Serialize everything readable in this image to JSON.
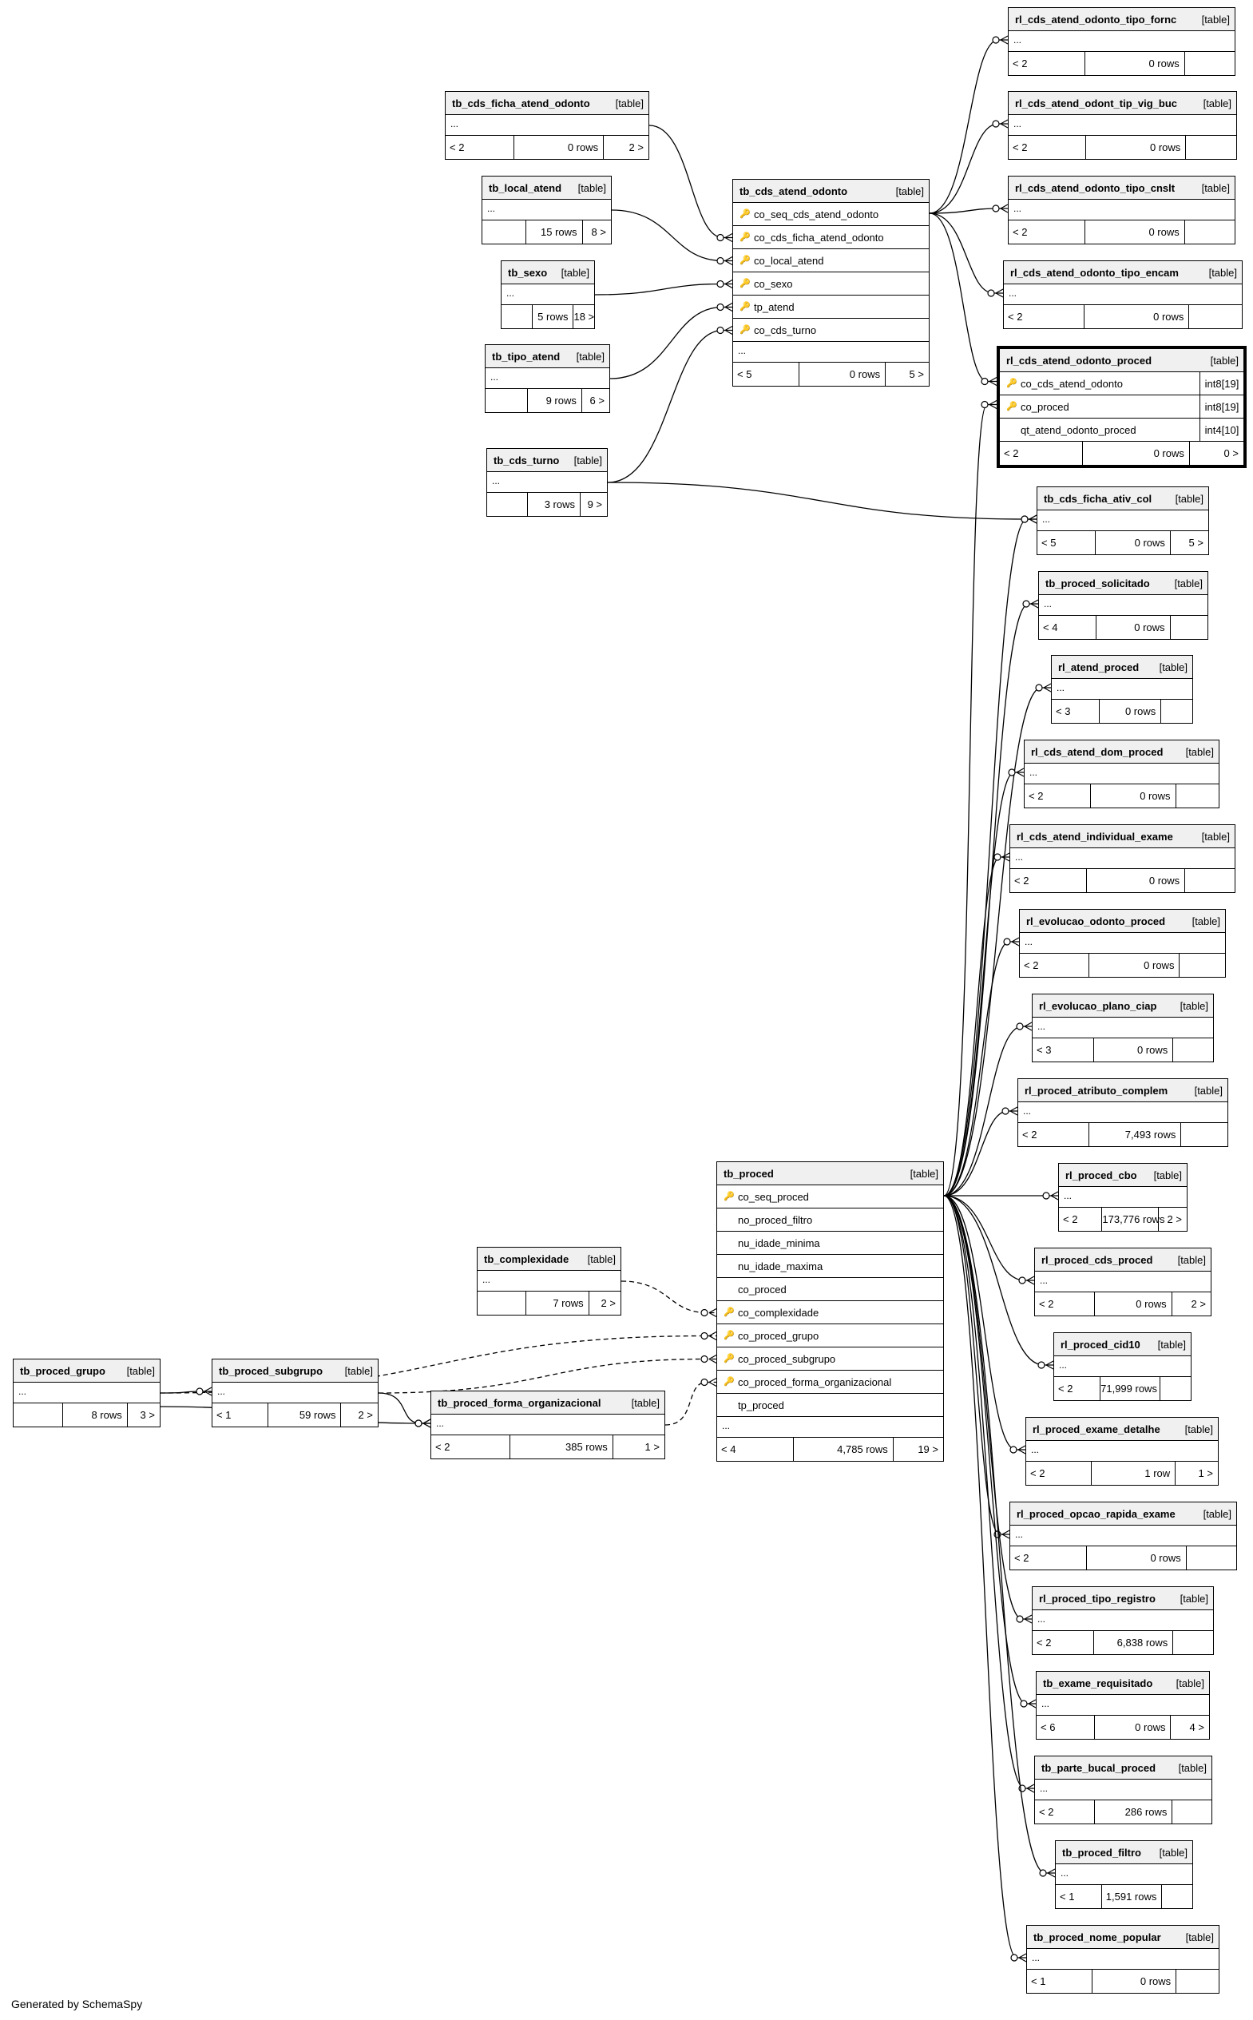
{
  "generated_by": "Generated by SchemaSpy",
  "edges": [
    {
      "from": "tb_cds_ficha_atend_odonto",
      "to": "tb_cds_atend_odonto.co_cds_ficha_atend_odonto",
      "style": "solid"
    },
    {
      "from": "tb_local_atend",
      "to": "tb_cds_atend_odonto.co_local_atend",
      "style": "solid"
    },
    {
      "from": "tb_sexo",
      "to": "tb_cds_atend_odonto.co_sexo",
      "style": "solid"
    },
    {
      "from": "tb_tipo_atend",
      "to": "tb_cds_atend_odonto.tp_atend",
      "style": "solid"
    },
    {
      "from": "tb_cds_turno",
      "to": "tb_cds_atend_odonto.co_cds_turno",
      "style": "solid"
    },
    {
      "from": "tb_cds_turno",
      "to": "tb_cds_ficha_ativ_col",
      "style": "solid"
    },
    {
      "from": "tb_cds_atend_odonto",
      "to": "rl_cds_atend_odonto_tipo_fornc",
      "style": "solid"
    },
    {
      "from": "tb_cds_atend_odonto",
      "to": "rl_cds_atend_odont_tip_vig_buc",
      "style": "solid"
    },
    {
      "from": "tb_cds_atend_odonto",
      "to": "rl_cds_atend_odonto_tipo_cnslt",
      "style": "solid"
    },
    {
      "from": "tb_cds_atend_odonto",
      "to": "rl_cds_atend_odonto_tipo_encam",
      "style": "solid"
    },
    {
      "from": "tb_cds_atend_odonto",
      "to": "rl_cds_atend_odonto_proced.co_cds_atend_odonto",
      "style": "solid"
    },
    {
      "from": "tb_proced",
      "to": "rl_cds_atend_odonto_proced.co_proced",
      "style": "solid"
    },
    {
      "from": "tb_complexidade",
      "to": "tb_proced.co_complexidade",
      "style": "dashed"
    },
    {
      "from": "tb_proced_grupo",
      "to": "tb_proced.co_proced_grupo",
      "style": "dashed"
    },
    {
      "from": "tb_proced_subgrupo",
      "to": "tb_proced.co_proced_subgrupo",
      "style": "dashed"
    },
    {
      "from": "tb_proced_forma_organizacional",
      "to": "tb_proced.co_proced_forma_organizacional",
      "style": "dashed"
    },
    {
      "from": "tb_proced_grupo",
      "to": "tb_proced_subgrupo",
      "style": "solid"
    },
    {
      "from": "tb_proced_grupo",
      "to": "tb_proced_forma_organizacional",
      "style": "solid"
    },
    {
      "from": "tb_proced_subgrupo",
      "to": "tb_proced_forma_organizacional",
      "style": "solid"
    },
    {
      "from": "tb_proced",
      "to": "tb_cds_ficha_ativ_col",
      "style": "solid"
    },
    {
      "from": "tb_proced",
      "to": "tb_proced_solicitado",
      "style": "solid"
    },
    {
      "from": "tb_proced",
      "to": "rl_atend_proced",
      "style": "solid"
    },
    {
      "from": "tb_proced",
      "to": "rl_cds_atend_dom_proced",
      "style": "solid"
    },
    {
      "from": "tb_proced",
      "to": "rl_cds_atend_individual_exame",
      "style": "solid"
    },
    {
      "from": "tb_proced",
      "to": "rl_evolucao_odonto_proced",
      "style": "solid"
    },
    {
      "from": "tb_proced",
      "to": "rl_evolucao_plano_ciap",
      "style": "solid"
    },
    {
      "from": "tb_proced",
      "to": "rl_proced_atributo_complem",
      "style": "solid"
    },
    {
      "from": "tb_proced",
      "to": "rl_proced_cbo",
      "style": "solid"
    },
    {
      "from": "tb_proced",
      "to": "rl_proced_cds_proced",
      "style": "solid"
    },
    {
      "from": "tb_proced",
      "to": "rl_proced_cid10",
      "style": "solid"
    },
    {
      "from": "tb_proced",
      "to": "rl_proced_exame_detalhe",
      "style": "solid"
    },
    {
      "from": "tb_proced",
      "to": "rl_proced_opcao_rapida_exame",
      "style": "solid"
    },
    {
      "from": "tb_proced",
      "to": "rl_proced_tipo_registro",
      "style": "solid"
    },
    {
      "from": "tb_proced",
      "to": "tb_exame_requisitado",
      "style": "solid"
    },
    {
      "from": "tb_proced",
      "to": "tb_parte_bucal_proced",
      "style": "solid"
    },
    {
      "from": "tb_proced",
      "to": "tb_proced_filtro",
      "style": "solid"
    },
    {
      "from": "tb_proced",
      "to": "tb_proced_nome_popular",
      "style": "solid"
    }
  ],
  "tables": [
    {
      "id": "rl_cds_atend_odonto_tipo_fornc",
      "name": "rl_cds_atend_odonto_tipo_fornc",
      "type": "[table]",
      "columns": [],
      "ellipsis": "...",
      "parents": "< 2",
      "rows": "0 rows",
      "children": ""
    },
    {
      "id": "rl_cds_atend_odont_tip_vig_buc",
      "name": "rl_cds_atend_odont_tip_vig_buc",
      "type": "[table]",
      "columns": [],
      "ellipsis": "...",
      "parents": "< 2",
      "rows": "0 rows",
      "children": ""
    },
    {
      "id": "rl_cds_atend_odonto_tipo_cnslt",
      "name": "rl_cds_atend_odonto_tipo_cnslt",
      "type": "[table]",
      "columns": [],
      "ellipsis": "...",
      "parents": "< 2",
      "rows": "0 rows",
      "children": ""
    },
    {
      "id": "rl_cds_atend_odonto_tipo_encam",
      "name": "rl_cds_atend_odonto_tipo_encam",
      "type": "[table]",
      "columns": [],
      "ellipsis": "...",
      "parents": "< 2",
      "rows": "0 rows",
      "children": ""
    },
    {
      "id": "rl_cds_atend_odonto_proced",
      "name": "rl_cds_atend_odonto_proced",
      "type": "[table]",
      "focus": true,
      "columns": [
        {
          "name": "co_cds_atend_odonto",
          "key": "pk",
          "type": "int8[19]"
        },
        {
          "name": "co_proced",
          "key": "pk",
          "type": "int8[19]"
        },
        {
          "name": "qt_atend_odonto_proced",
          "key": "",
          "type": "int4[10]"
        }
      ],
      "ellipsis": "",
      "parents": "< 2",
      "rows": "0 rows",
      "children": "0 >"
    },
    {
      "id": "tb_cds_ficha_atend_odonto",
      "name": "tb_cds_ficha_atend_odonto",
      "type": "[table]",
      "columns": [],
      "ellipsis": "...",
      "parents": "< 2",
      "rows": "0 rows",
      "children": "2 >"
    },
    {
      "id": "tb_local_atend",
      "name": "tb_local_atend",
      "type": "[table]",
      "columns": [],
      "ellipsis": "...",
      "parents": "",
      "rows": "15 rows",
      "children": "8 >"
    },
    {
      "id": "tb_sexo",
      "name": "tb_sexo",
      "type": "[table]",
      "columns": [],
      "ellipsis": "...",
      "parents": "",
      "rows": "5 rows",
      "children": "18 >"
    },
    {
      "id": "tb_tipo_atend",
      "name": "tb_tipo_atend",
      "type": "[table]",
      "columns": [],
      "ellipsis": "...",
      "parents": "",
      "rows": "9 rows",
      "children": "6 >"
    },
    {
      "id": "tb_cds_turno",
      "name": "tb_cds_turno",
      "type": "[table]",
      "columns": [],
      "ellipsis": "...",
      "parents": "",
      "rows": "3 rows",
      "children": "9 >"
    },
    {
      "id": "tb_cds_atend_odonto",
      "name": "tb_cds_atend_odonto",
      "type": "[table]",
      "columns": [
        {
          "name": "co_seq_cds_atend_odonto",
          "key": "pk"
        },
        {
          "name": "co_cds_ficha_atend_odonto",
          "key": "fk"
        },
        {
          "name": "co_local_atend",
          "key": "fk"
        },
        {
          "name": "co_sexo",
          "key": "fk"
        },
        {
          "name": "tp_atend",
          "key": "fk"
        },
        {
          "name": "co_cds_turno",
          "key": "fk"
        }
      ],
      "ellipsis": "...",
      "parents": "< 5",
      "rows": "0 rows",
      "children": "5 >"
    },
    {
      "id": "tb_cds_ficha_ativ_col",
      "name": "tb_cds_ficha_ativ_col",
      "type": "[table]",
      "columns": [],
      "ellipsis": "...",
      "parents": "< 5",
      "rows": "0 rows",
      "children": "5 >"
    },
    {
      "id": "tb_proced_solicitado",
      "name": "tb_proced_solicitado",
      "type": "[table]",
      "columns": [],
      "ellipsis": "...",
      "parents": "< 4",
      "rows": "0 rows",
      "children": ""
    },
    {
      "id": "rl_atend_proced",
      "name": "rl_atend_proced",
      "type": "[table]",
      "columns": [],
      "ellipsis": "...",
      "parents": "< 3",
      "rows": "0 rows",
      "children": ""
    },
    {
      "id": "rl_cds_atend_dom_proced",
      "name": "rl_cds_atend_dom_proced",
      "type": "[table]",
      "columns": [],
      "ellipsis": "...",
      "parents": "< 2",
      "rows": "0 rows",
      "children": ""
    },
    {
      "id": "rl_cds_atend_individual_exame",
      "name": "rl_cds_atend_individual_exame",
      "type": "[table]",
      "columns": [],
      "ellipsis": "...",
      "parents": "< 2",
      "rows": "0 rows",
      "children": ""
    },
    {
      "id": "rl_evolucao_odonto_proced",
      "name": "rl_evolucao_odonto_proced",
      "type": "[table]",
      "columns": [],
      "ellipsis": "...",
      "parents": "< 2",
      "rows": "0 rows",
      "children": ""
    },
    {
      "id": "rl_evolucao_plano_ciap",
      "name": "rl_evolucao_plano_ciap",
      "type": "[table]",
      "columns": [],
      "ellipsis": "...",
      "parents": "< 3",
      "rows": "0 rows",
      "children": ""
    },
    {
      "id": "rl_proced_atributo_complem",
      "name": "rl_proced_atributo_complem",
      "type": "[table]",
      "columns": [],
      "ellipsis": "...",
      "parents": "< 2",
      "rows": "7,493 rows",
      "children": ""
    },
    {
      "id": "rl_proced_cbo",
      "name": "rl_proced_cbo",
      "type": "[table]",
      "columns": [],
      "ellipsis": "...",
      "parents": "< 2",
      "rows": "173,776 rows",
      "children": "2 >"
    },
    {
      "id": "rl_proced_cds_proced",
      "name": "rl_proced_cds_proced",
      "type": "[table]",
      "columns": [],
      "ellipsis": "...",
      "parents": "< 2",
      "rows": "0 rows",
      "children": "2 >"
    },
    {
      "id": "rl_proced_cid10",
      "name": "rl_proced_cid10",
      "type": "[table]",
      "columns": [],
      "ellipsis": "...",
      "parents": "< 2",
      "rows": "71,999 rows",
      "children": ""
    },
    {
      "id": "rl_proced_exame_detalhe",
      "name": "rl_proced_exame_detalhe",
      "type": "[table]",
      "columns": [],
      "ellipsis": "...",
      "parents": "< 2",
      "rows": "1 row",
      "children": "1 >"
    },
    {
      "id": "rl_proced_opcao_rapida_exame",
      "name": "rl_proced_opcao_rapida_exame",
      "type": "[table]",
      "columns": [],
      "ellipsis": "...",
      "parents": "< 2",
      "rows": "0 rows",
      "children": ""
    },
    {
      "id": "rl_proced_tipo_registro",
      "name": "rl_proced_tipo_registro",
      "type": "[table]",
      "columns": [],
      "ellipsis": "...",
      "parents": "< 2",
      "rows": "6,838 rows",
      "children": ""
    },
    {
      "id": "tb_exame_requisitado",
      "name": "tb_exame_requisitado",
      "type": "[table]",
      "columns": [],
      "ellipsis": "...",
      "parents": "< 6",
      "rows": "0 rows",
      "children": "4 >"
    },
    {
      "id": "tb_parte_bucal_proced",
      "name": "tb_parte_bucal_proced",
      "type": "[table]",
      "columns": [],
      "ellipsis": "...",
      "parents": "< 2",
      "rows": "286 rows",
      "children": ""
    },
    {
      "id": "tb_proced_filtro",
      "name": "tb_proced_filtro",
      "type": "[table]",
      "columns": [],
      "ellipsis": "...",
      "parents": "< 1",
      "rows": "1,591 rows",
      "children": ""
    },
    {
      "id": "tb_proced_nome_popular",
      "name": "tb_proced_nome_popular",
      "type": "[table]",
      "columns": [],
      "ellipsis": "...",
      "parents": "< 1",
      "rows": "0 rows",
      "children": ""
    },
    {
      "id": "tb_complexidade",
      "name": "tb_complexidade",
      "type": "[table]",
      "columns": [],
      "ellipsis": "...",
      "parents": "",
      "rows": "7 rows",
      "children": "2 >"
    },
    {
      "id": "tb_proced_grupo",
      "name": "tb_proced_grupo",
      "type": "[table]",
      "columns": [],
      "ellipsis": "...",
      "parents": "",
      "rows": "8 rows",
      "children": "3 >"
    },
    {
      "id": "tb_proced_subgrupo",
      "name": "tb_proced_subgrupo",
      "type": "[table]",
      "columns": [],
      "ellipsis": "...",
      "parents": "< 1",
      "rows": "59 rows",
      "children": "2 >"
    },
    {
      "id": "tb_proced_forma_organizacional",
      "name": "tb_proced_forma_organizacional",
      "type": "[table]",
      "columns": [],
      "ellipsis": "...",
      "parents": "< 2",
      "rows": "385 rows",
      "children": "1 >"
    },
    {
      "id": "tb_proced",
      "name": "tb_proced",
      "type": "[table]",
      "columns": [
        {
          "name": "co_seq_proced",
          "key": "pk"
        },
        {
          "name": "no_proced_filtro",
          "key": ""
        },
        {
          "name": "nu_idade_minima",
          "key": ""
        },
        {
          "name": "nu_idade_maxima",
          "key": ""
        },
        {
          "name": "co_proced",
          "key": ""
        },
        {
          "name": "co_complexidade",
          "key": "fk"
        },
        {
          "name": "co_proced_grupo",
          "key": "fk"
        },
        {
          "name": "co_proced_subgrupo",
          "key": "fk"
        },
        {
          "name": "co_proced_forma_organizacional",
          "key": "fk"
        },
        {
          "name": "tp_proced",
          "key": ""
        }
      ],
      "ellipsis": "...",
      "parents": "< 4",
      "rows": "4,785 rows",
      "children": "19 >"
    }
  ]
}
